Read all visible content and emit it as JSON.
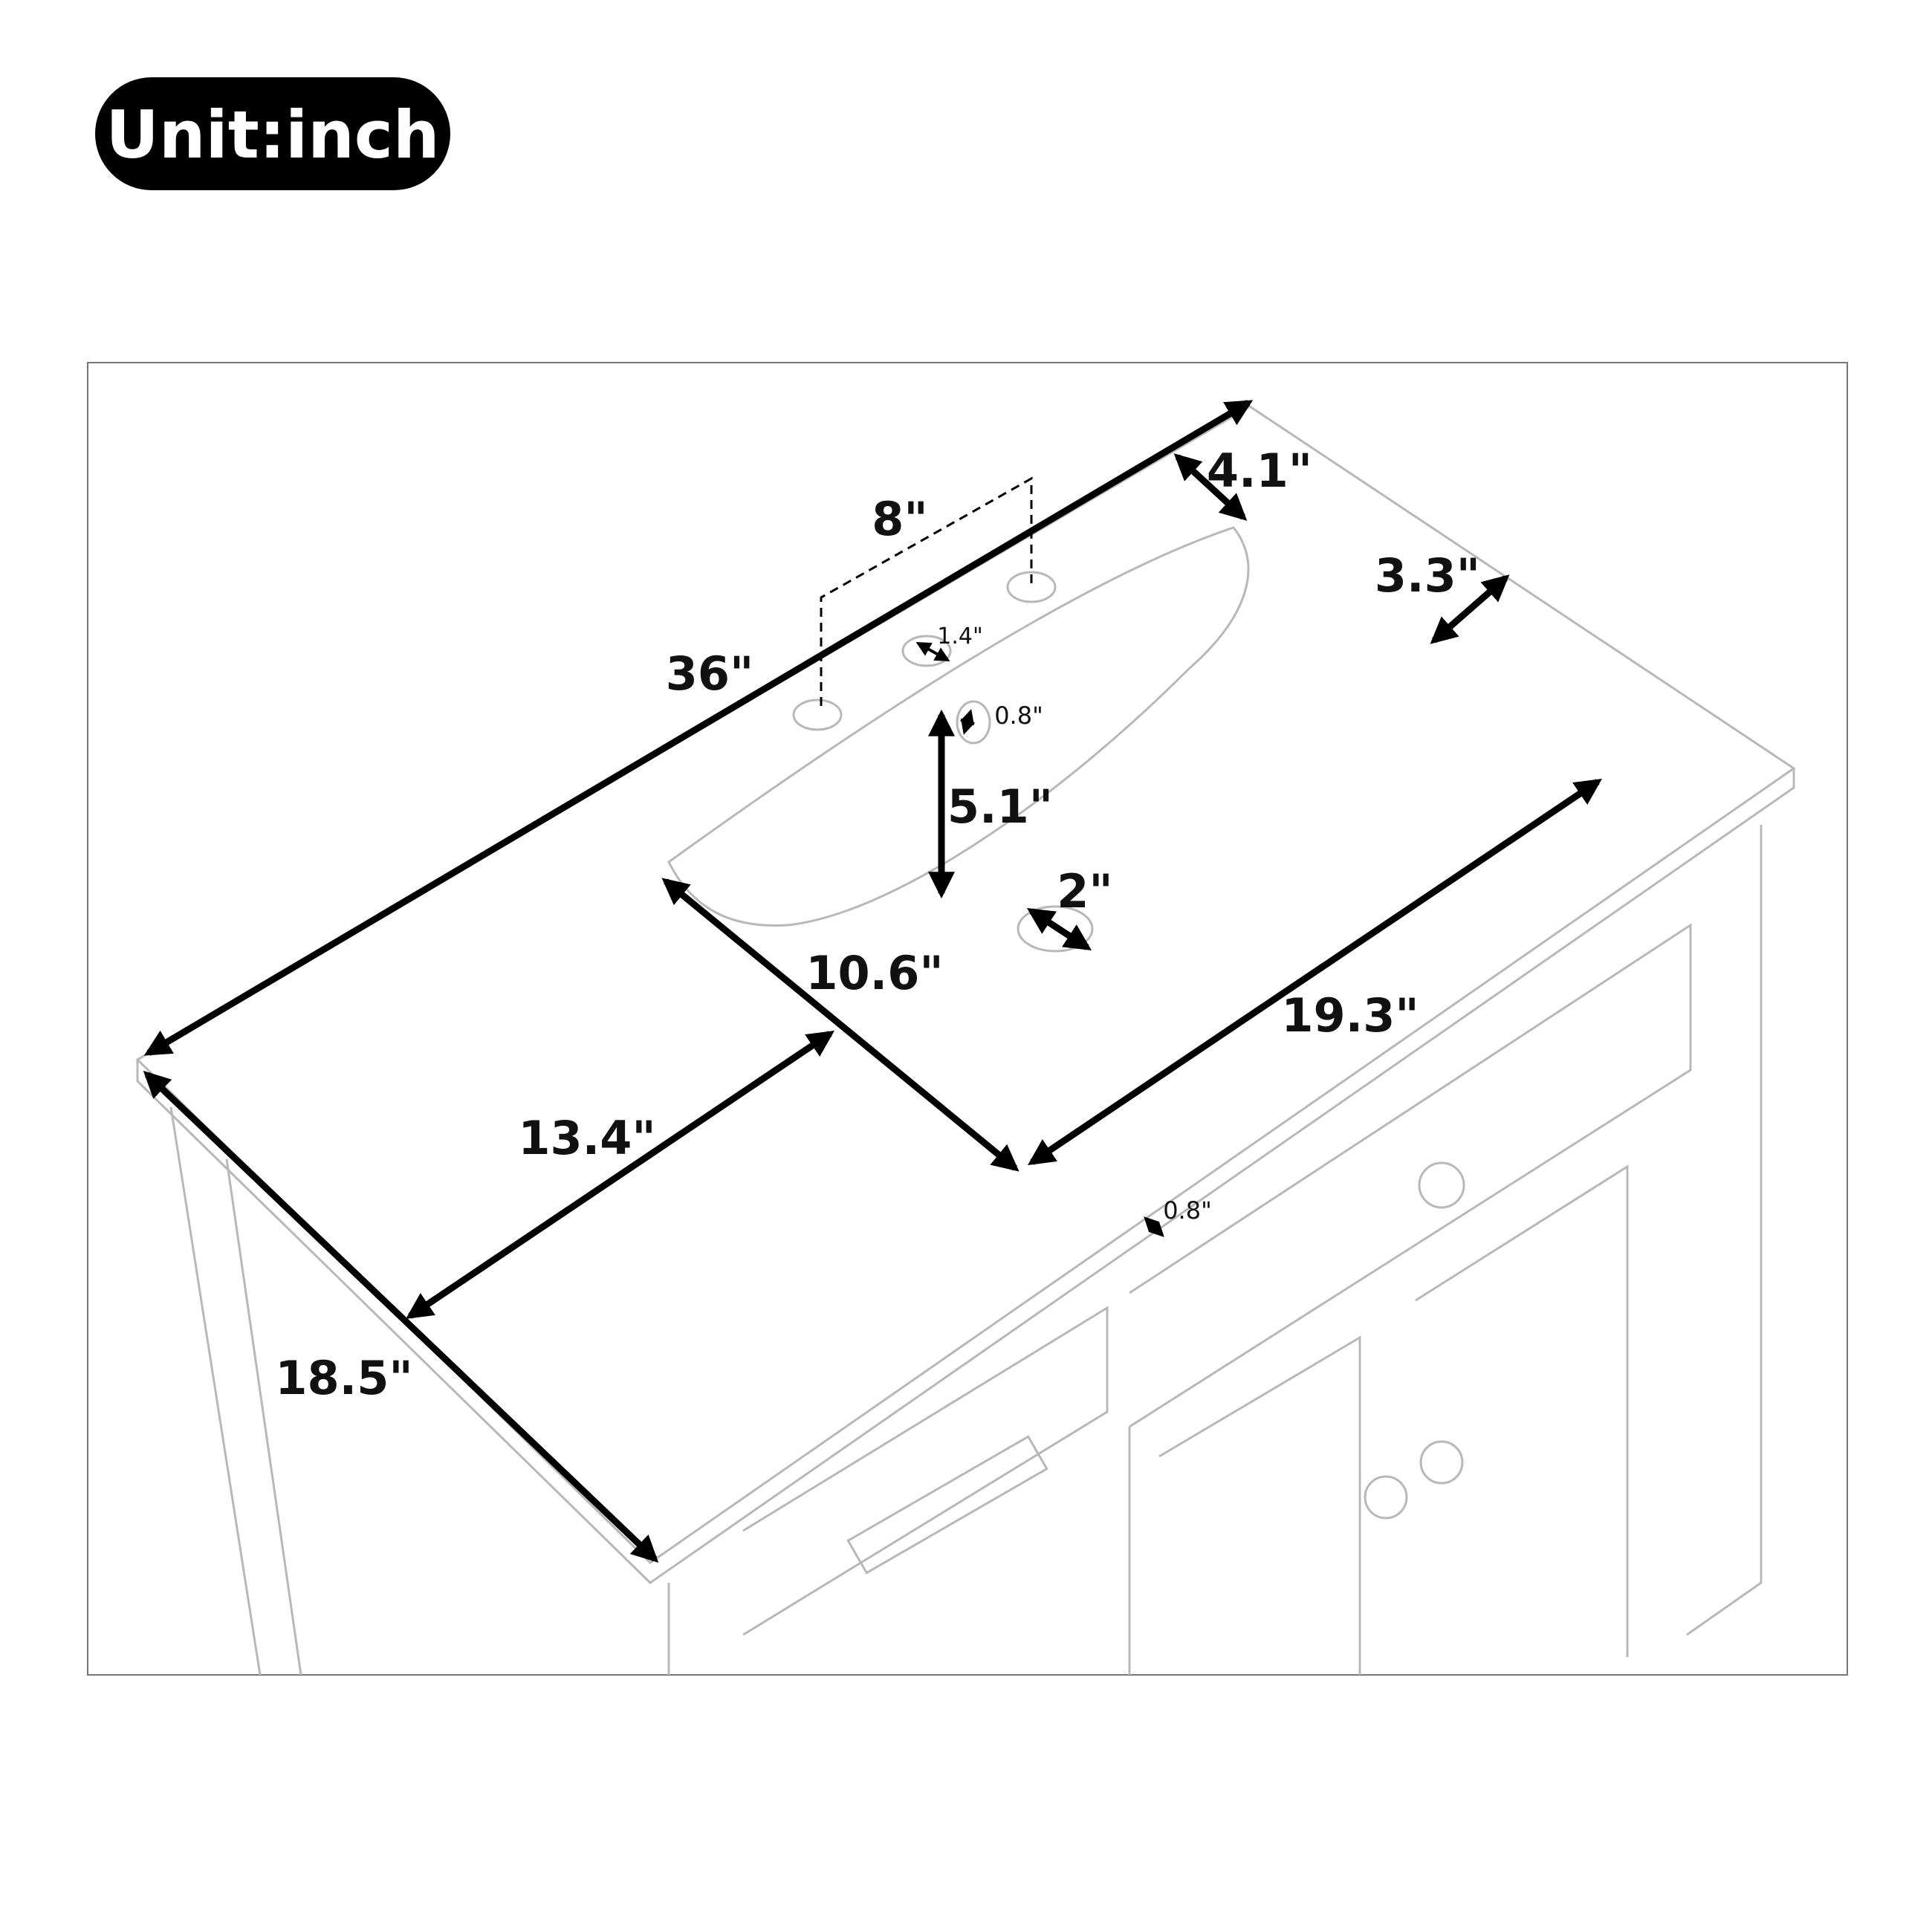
{
  "badge": {
    "label": "Unit:inch"
  },
  "dimensions": {
    "overall_width": "36\"",
    "overall_depth": "18.5\"",
    "back_splash_to_basin": "4.1\"",
    "faucet_spread": "8\"",
    "side_margin": "3.3\"",
    "faucet_hole": "1.4\"",
    "overflow_hole": "0.8\"",
    "basin_depth_offset": "5.1\"",
    "drain_hole": "2\"",
    "basin_front_length": "10.6\"",
    "basin_right_length": "19.3\"",
    "left_deck_length": "13.4\"",
    "top_thickness": "0.8\""
  },
  "colors": {
    "badge": "#000000",
    "arrows": "#000000",
    "sketch": "#b8b8b8",
    "frame": "#777777"
  }
}
